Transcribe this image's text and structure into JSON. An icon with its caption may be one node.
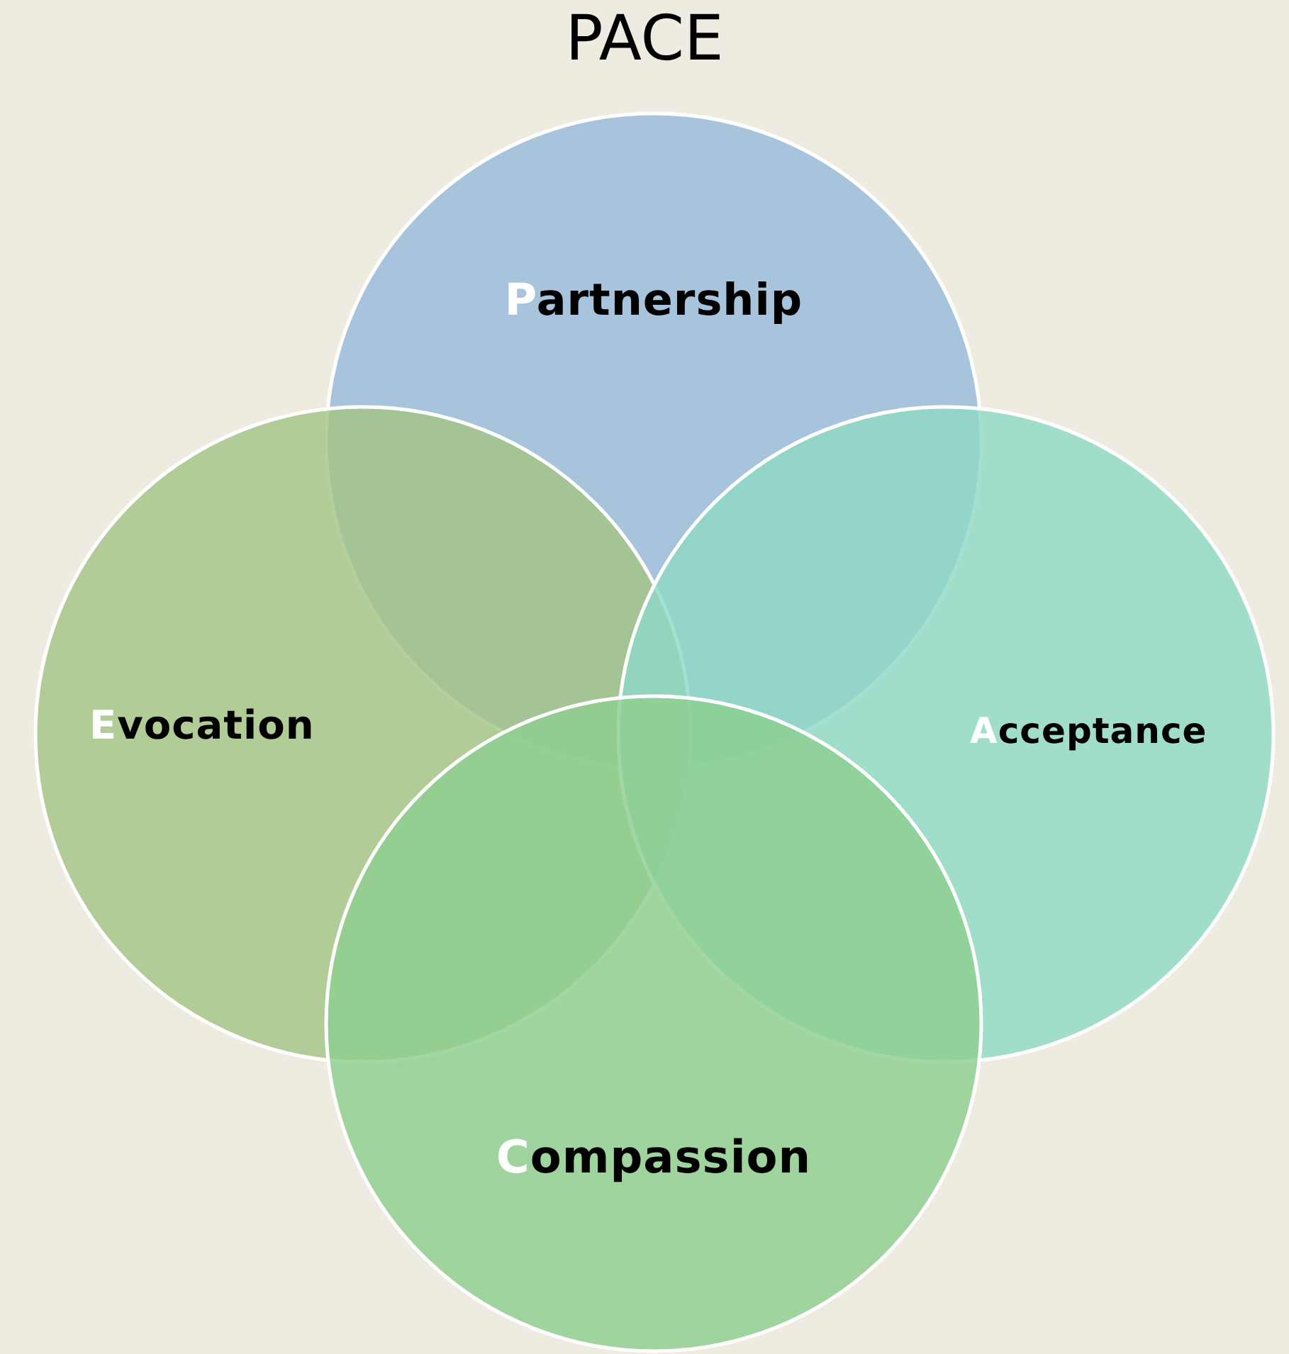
{
  "diagram": {
    "title": "PACE",
    "nodes": [
      {
        "text": [
          "Partnership"
        ]
      },
      {
        "text": [
          "Evocation"
        ]
      },
      {
        "text": [
          "Acceptance"
        ]
      },
      {
        "text": [
          "Compassion"
        ]
      }
    ],
    "edges": []
  }
}
